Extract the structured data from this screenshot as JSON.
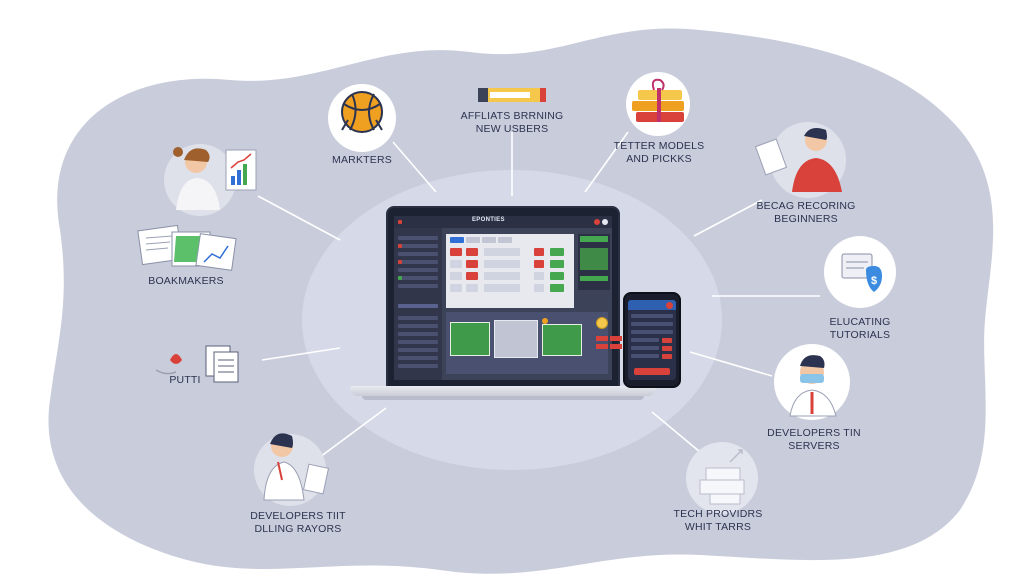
{
  "brand": {
    "title": "EPONTIES"
  },
  "nodes": [
    {
      "id": "marketers",
      "label": "MARKTERS"
    },
    {
      "id": "affiliates",
      "label": "AFFLIATS BRRNING\nNEW USBERS"
    },
    {
      "id": "tipsters",
      "label": "TETTER MODELS\nAND PICKKS"
    },
    {
      "id": "bookmakers",
      "label": "BOAKMAKERS"
    },
    {
      "id": "beginners",
      "label": "BECAG RECORING\nBEGINNERS"
    },
    {
      "id": "tutorials",
      "label": "ELUCATING\nTUTORIALS"
    },
    {
      "id": "punters",
      "label": "PUTTI"
    },
    {
      "id": "dev-servers",
      "label": "DEVELOPERS TIN\nSERVERS"
    },
    {
      "id": "dev-players",
      "label": "DEVELOPERS TIIT\nDLLING RAYORS"
    },
    {
      "id": "tech-providers",
      "label": "TECH PROVIDRS\nWHIT TARRS"
    }
  ],
  "colors": {
    "blob": "#c7cad9",
    "halo": "#d5d8e6",
    "line": "#ffffff",
    "accent_red": "#d9423a",
    "accent_green": "#45a850",
    "accent_orange": "#f0a020",
    "accent_blue": "#2f6fd6",
    "text": "#2c3350"
  }
}
